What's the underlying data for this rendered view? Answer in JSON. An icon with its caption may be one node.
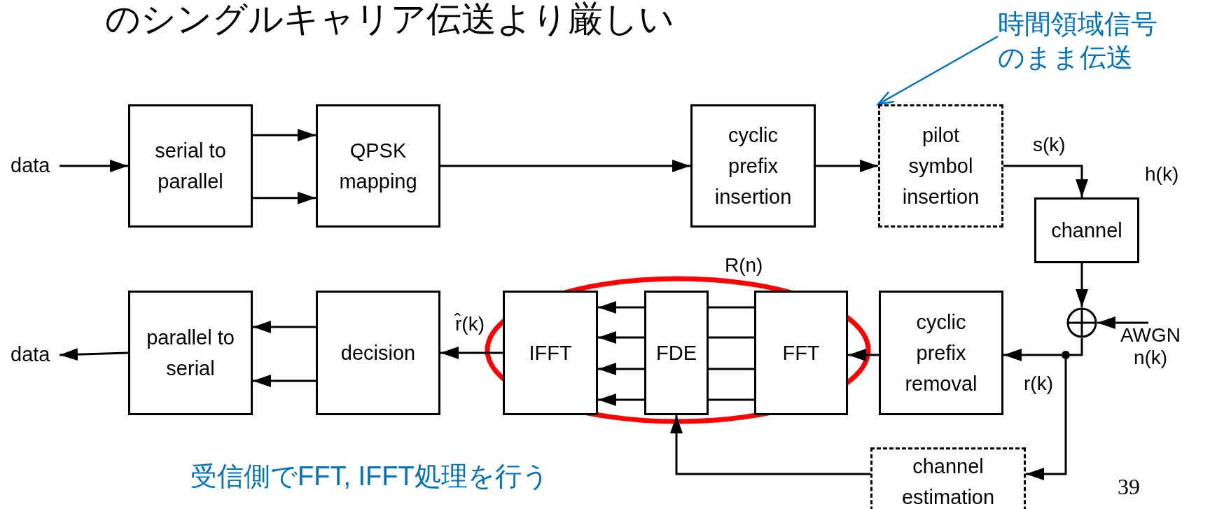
{
  "diagram": {
    "title": "のシングルキャリア伝送より厳しい",
    "nodes": [
      {
        "text": [
          "data"
        ]
      },
      {
        "text": [
          "serial to parallel"
        ]
      },
      {
        "text": [
          "QPSK mapping"
        ]
      },
      {
        "text": [
          "cyclic prefix insertion"
        ]
      },
      {
        "text": [
          "pilot symbol insertion"
        ]
      },
      {
        "text": [
          "channel"
        ],
        "beside": [
          "h(k)"
        ]
      },
      {
        "text": [],
        "shape": "circle"
      },
      {
        "text": [],
        "shape": "dot"
      },
      {
        "text": [
          "cyclic prefix removal"
        ]
      },
      {
        "text": [
          "FFT"
        ]
      },
      {
        "text": [
          "FDE"
        ]
      },
      {
        "text": [
          "IFFT"
        ]
      },
      {
        "text": [
          "decision"
        ]
      },
      {
        "text": [
          "parallel to serial"
        ]
      },
      {
        "text": [
          "data"
        ]
      },
      {
        "text": [
          "channel estimation"
        ]
      },
      {
        "text": [
          "時間領域信号のまま伝送"
        ]
      },
      {
        "text": [
          "AWGN n(k)"
        ]
      }
    ],
    "edges": [
      {
        "from": 0,
        "to": 1,
        "arrow": "to"
      },
      {
        "from": 1,
        "to": 2,
        "arrow": "to"
      },
      {
        "from": 1,
        "to": 2,
        "arrow": "to"
      },
      {
        "from": 2,
        "to": 3,
        "arrow": "to"
      },
      {
        "from": 3,
        "to": 4,
        "arrow": "to"
      },
      {
        "from": 4,
        "to": 5,
        "arrow": "to",
        "label": "s(k)"
      },
      {
        "from": 5,
        "to": 6,
        "arrow": "to"
      },
      {
        "from": 17,
        "to": 6,
        "arrow": "to"
      },
      {
        "from": 7,
        "to": 8,
        "arrow": "to",
        "label": "r(k)"
      },
      {
        "from": 7,
        "to": 15,
        "arrow": "to"
      },
      {
        "from": 9,
        "to": 10,
        "arrow": "none"
      },
      {
        "from": 9,
        "to": 10,
        "arrow": "none"
      },
      {
        "from": 9,
        "to": 10,
        "arrow": "none"
      },
      {
        "from": 9,
        "to": 10,
        "arrow": "none"
      },
      {
        "from": 10,
        "to": 11,
        "arrow": "to"
      },
      {
        "from": 10,
        "to": 11,
        "arrow": "to"
      },
      {
        "from": 10,
        "to": 11,
        "arrow": "to"
      },
      {
        "from": 10,
        "to": 11,
        "arrow": "to"
      },
      {
        "from": 15,
        "to": 10,
        "arrow": "to"
      },
      {
        "from": 8,
        "to": 9,
        "arrow": "to"
      },
      {
        "from": 11,
        "to": 12,
        "arrow": "to",
        "label": "r̂(k)"
      },
      {
        "from": 12,
        "to": 13,
        "arrow": "to"
      },
      {
        "from": 12,
        "to": 13,
        "arrow": "to"
      },
      {
        "from": 13,
        "to": 14,
        "arrow": "to"
      },
      {
        "from": 16,
        "to": 4,
        "arrow": "to",
        "color": "#0070c0"
      },
      {
        "from": 6,
        "to": 7,
        "arrow": "none"
      }
    ],
    "labels": [
      "R(n)",
      "受信側でFFT, IFFT処理を行う",
      "39"
    ]
  }
}
